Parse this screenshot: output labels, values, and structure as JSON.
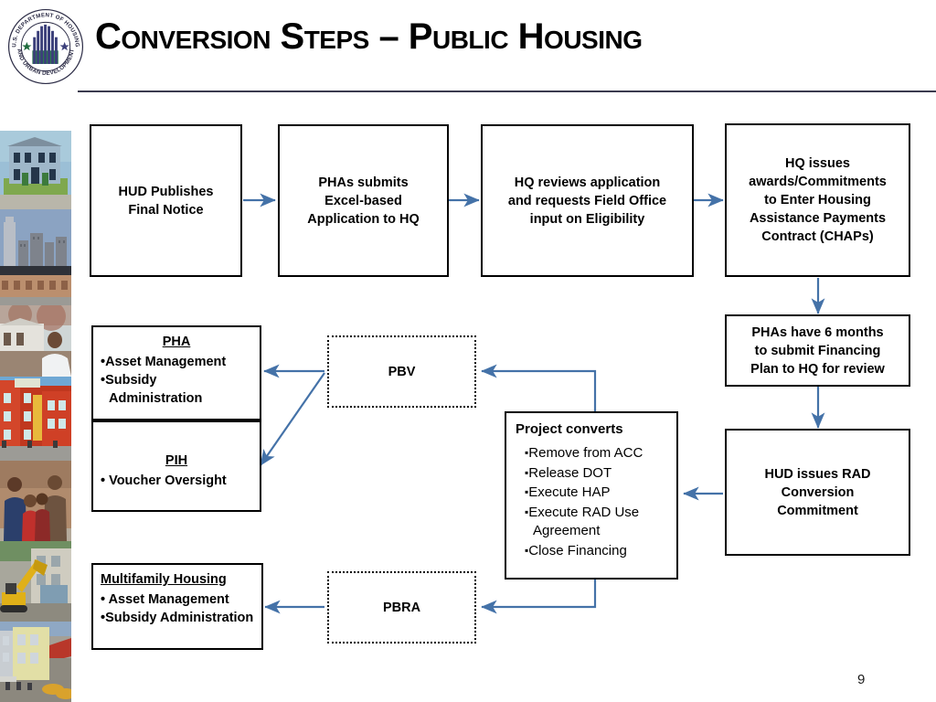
{
  "header": {
    "title": "Conversion Steps – Public Housing",
    "logo_alt": "U.S. Department of Housing and Urban Development",
    "logo_ring_top": "U.S. DEPARTMENT OF HOUSING",
    "logo_ring_bottom": "AND URBAN DEVELOPMENT"
  },
  "page_number": "9",
  "colors": {
    "arrow": "#4472a8",
    "box_border": "#000000",
    "rule": "#3b3b4f",
    "text": "#000000"
  },
  "photos": [
    {
      "name": "two-story-blue-house"
    },
    {
      "name": "city-skyline-rowhouses"
    },
    {
      "name": "man-outside-home"
    },
    {
      "name": "red-apartment-building"
    },
    {
      "name": "family-portrait"
    },
    {
      "name": "excavator-demolition"
    },
    {
      "name": "mixed-use-storefront"
    }
  ],
  "boxes": {
    "hud_publishes": {
      "lines": [
        "HUD Publishes",
        "Final Notice"
      ]
    },
    "phas_submits": {
      "lines": [
        "PHAs submits",
        "Excel-based",
        "Application to HQ"
      ]
    },
    "hq_reviews": {
      "lines": [
        "HQ reviews application",
        "and requests Field Office",
        "input on Eligibility"
      ]
    },
    "hq_issues_chaps": {
      "lines": [
        "HQ issues",
        "awards/Commitments",
        "to Enter Housing",
        "Assistance Payments",
        "Contract (CHAPs)"
      ]
    },
    "phas_six_months": {
      "lines": [
        "PHAs have 6 months",
        "to submit Financing",
        "Plan to HQ for review"
      ]
    },
    "hud_issues_rad": {
      "lines": [
        "HUD issues RAD",
        "Conversion",
        "Commitment"
      ]
    },
    "project_converts": {
      "title": "Project converts",
      "items": [
        "Remove from ACC",
        "Release DOT",
        "Execute HAP",
        "Execute RAD Use Agreement",
        "Close Financing"
      ]
    },
    "pbv": {
      "label": "PBV"
    },
    "pbra": {
      "label": "PBRA"
    },
    "pha": {
      "title": "PHA",
      "items": [
        "Asset Management",
        "Subsidy Administration"
      ]
    },
    "pih": {
      "title": "PIH",
      "items": [
        "Voucher Oversight"
      ]
    },
    "multifamily": {
      "title": "Multifamily Housing",
      "items": [
        "Asset Management",
        "Subsidy Administration"
      ]
    }
  }
}
